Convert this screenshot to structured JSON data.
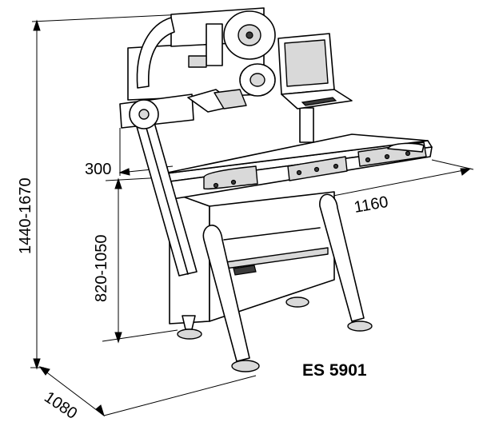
{
  "diagram": {
    "model": "ES 5901",
    "dimensions": {
      "total_height": "1440-1670",
      "table_height": "820-1050",
      "depth_offset": "300",
      "length": "1160",
      "width": "1080"
    }
  },
  "colors": {
    "line": "#000000",
    "fill": "#ffffff",
    "shade": "#d9d9d9",
    "dark": "#3a3a3a"
  }
}
